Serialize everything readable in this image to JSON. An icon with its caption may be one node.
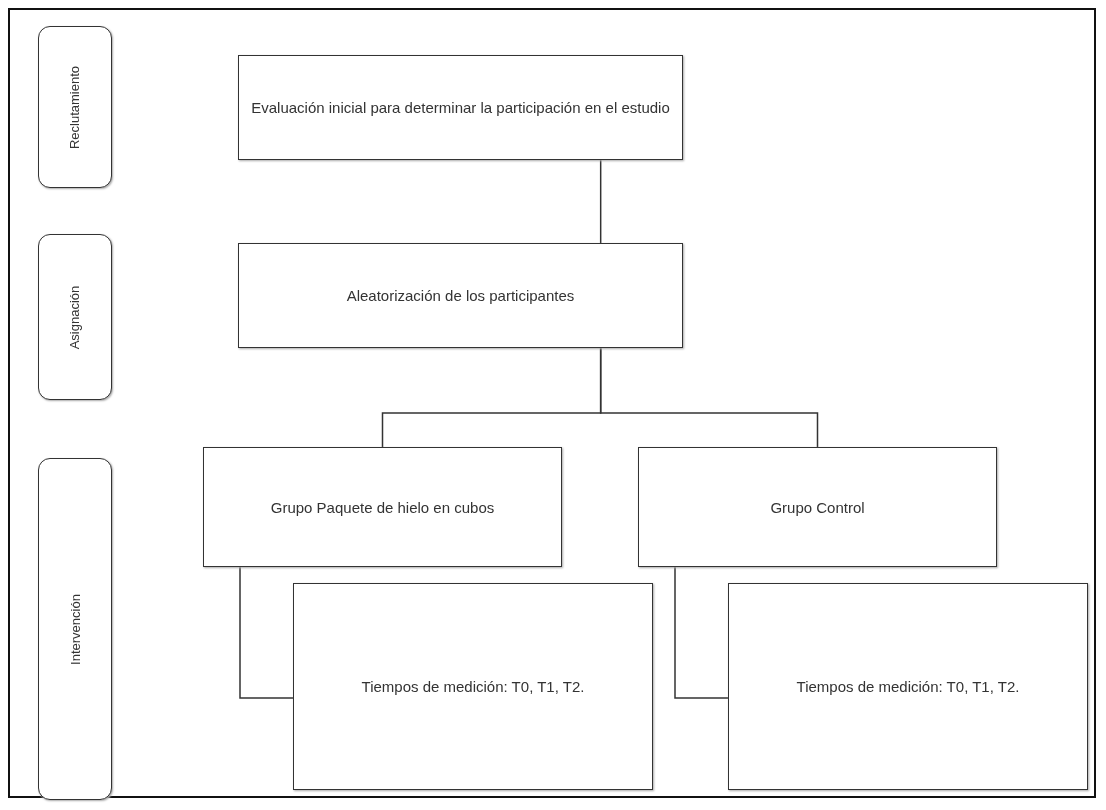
{
  "diagram": {
    "nodes": [
      {
        "text": [
          "Reclutamiento"
        ]
      },
      {
        "text": [
          "Asignación"
        ]
      },
      {
        "text": [
          "Intervención"
        ]
      },
      {
        "text": [
          "Evaluación inicial para determinar la participación en  el estudio"
        ]
      },
      {
        "text": [
          "Aleatorización de los participantes"
        ]
      },
      {
        "text": [
          "Grupo Paquete de hielo en cubos"
        ]
      },
      {
        "text": [
          "Grupo Control"
        ]
      },
      {
        "text": [
          "Tiempos de medición: T0, T1, T2."
        ]
      },
      {
        "text": [
          "Tiempos de medición: T0, T1, T2."
        ]
      }
    ],
    "edges": [
      {
        "from": 3,
        "to": 4,
        "arrow": "none"
      },
      {
        "from": 4,
        "to": 5,
        "arrow": "none"
      },
      {
        "from": 4,
        "to": 6,
        "arrow": "none"
      },
      {
        "from": 5,
        "to": 7,
        "arrow": "none"
      },
      {
        "from": 6,
        "to": 8,
        "arrow": "none"
      }
    ]
  }
}
